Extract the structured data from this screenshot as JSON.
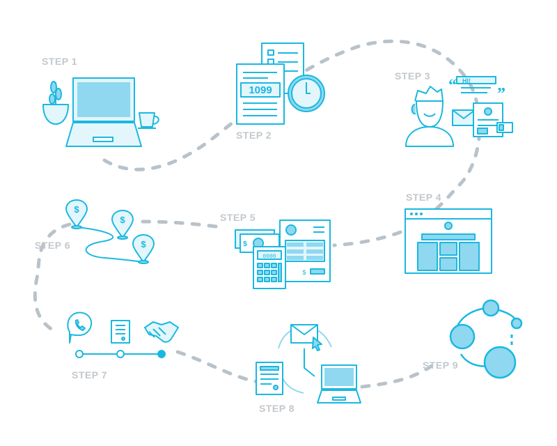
{
  "colors": {
    "stroke": "#1ab8e0",
    "fill_light": "#8fd8f0",
    "fill_pale": "#e3f6fc",
    "path": "#b9c2c9",
    "label": "#c3c8cc"
  },
  "steps": [
    {
      "label": "STEP 1",
      "icon": "laptop-plant-coffee-icon"
    },
    {
      "label": "STEP 2",
      "icon": "tax-form-1099-clock-icon"
    },
    {
      "label": "STEP 3",
      "icon": "person-headset-chat-icon"
    },
    {
      "label": "STEP 4",
      "icon": "browser-window-layout-icon"
    },
    {
      "label": "STEP 5",
      "icon": "calculator-money-invoice-icon"
    },
    {
      "label": "STEP 6",
      "icon": "route-dollar-pins-icon"
    },
    {
      "label": "STEP 7",
      "icon": "phone-document-handshake-timeline-icon"
    },
    {
      "label": "STEP 8",
      "icon": "email-clock-laptop-cycle-icon"
    },
    {
      "label": "STEP 9",
      "icon": "orbiting-circles-icon"
    }
  ],
  "step2": {
    "form_text": "1099"
  },
  "step3": {
    "chat_text": "HI!"
  },
  "step5": {
    "receipt_display": "0000",
    "bill_symbol": "$"
  },
  "step6": {
    "pin_symbol": "$"
  }
}
